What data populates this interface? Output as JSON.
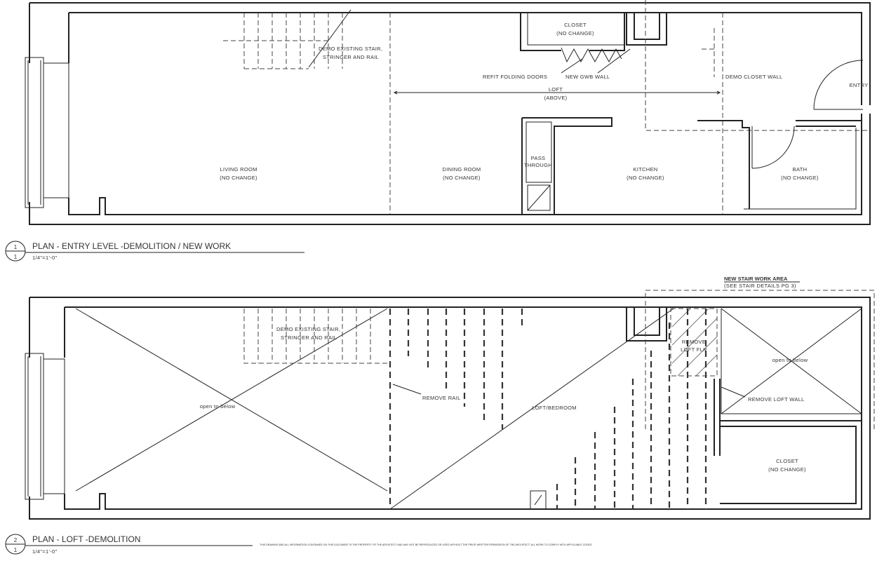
{
  "plans": [
    {
      "number": "1",
      "sheet": "1",
      "title": "PLAN - ENTRY LEVEL -DEMOLITION / NEW WORK",
      "scale": "1/4\"=1'-0\"",
      "rooms": {
        "living": [
          "LIVING ROOM",
          "(NO CHANGE)"
        ],
        "dining": [
          "DINING ROOM",
          "(NO CHANGE)"
        ],
        "kitchen": [
          "KITCHEN",
          "(NO CHANGE)"
        ],
        "closet": [
          "CLOSET",
          "(NO CHANGE)"
        ],
        "bath": [
          "BATH",
          "(NO CHANGE)"
        ],
        "pass": [
          "PASS",
          "THROUGH"
        ],
        "entry": "ENTRY",
        "loft": [
          "LOFT",
          "(ABOVE)"
        ]
      },
      "notes": {
        "demo_stair": [
          "DEMO EXISTING STAIR,",
          "STRINGER AND RAIL"
        ],
        "refit_doors": "REFIT FOLDING DOORS",
        "new_gwb": "NEW GWB WALL",
        "demo_closet": "DEMO CLOSET WALL"
      }
    },
    {
      "number": "2",
      "sheet": "1",
      "title": "PLAN - LOFT -DEMOLITION",
      "scale": "1/4\"=1'-0\"",
      "rooms": {
        "open_left": "open to below",
        "open_right": "open to below",
        "loft_bedroom": "LOFT/BEDROOM",
        "closet": [
          "CLOSET",
          "(NO CHANGE)"
        ]
      },
      "notes": {
        "demo_stair": [
          "DEMO EXISTING STAIR,",
          "STRINGER AND RAIL"
        ],
        "remove_rail": "REMOVE RAIL",
        "remove_loft_flr": [
          "REMOVE",
          "LOFT FLR"
        ],
        "remove_loft_wall": "REMOVE LOFT WALL",
        "stair_work_area": [
          "NEW STAIR WORK AREA",
          "(SEE STAIR DETAILS PG 3)"
        ]
      }
    }
  ],
  "footer_note": "THIS DRAWING AND ALL INFORMATION CONTAINED ON THIS DOCUMENT IS THE PROPERTY OF THE ARCHITECT AND MAY NOT BE REPRODUCED OR USED WITHOUT THE PRIOR WRITTEN PERMISSION OF THE ARCHITECT. ALL WORK TO COMPLY WITH APPLICABLE CODES."
}
